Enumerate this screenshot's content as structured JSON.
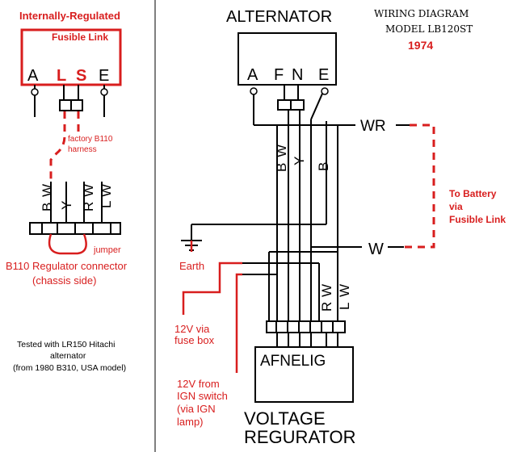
{
  "left": {
    "title": "Internally-Regulated",
    "fusible_link": "Fusible Link",
    "terminals": [
      "A",
      "L",
      "S",
      "E"
    ],
    "harness_1": "factory B110",
    "harness_2": "harness",
    "connector_pins": [
      "W",
      "B",
      "Y",
      "W",
      "R",
      "W",
      "L"
    ],
    "jumper": "jumper",
    "connector_1": "B110 Regulator connector",
    "connector_2": "(chassis side)",
    "tested_1": "Tested with LR150 Hitachi",
    "tested_2": "alternator",
    "tested_3": "(from 1980 B310, USA model)"
  },
  "right": {
    "title_1": "WIRING DIAGRAM",
    "title_2": "MODEL LB120ST",
    "year": "1974",
    "alternator": "ALTERNATOR",
    "alt_terminals": [
      "A",
      "F",
      "N",
      "E"
    ],
    "wr_label": "WR",
    "w_label": "W",
    "wire_labels": [
      "W",
      "B",
      "Y",
      "B"
    ],
    "battery_1": "To Battery",
    "battery_2": "via",
    "battery_3": "Fusible Link",
    "earth": "Earth",
    "fuse_1": "12V via",
    "fuse_2": "fuse box",
    "ign_1": "12V from",
    "ign_2": "IGN switch",
    "ign_3": "(via IGN",
    "ign_4": "lamp)",
    "reg_vertical": [
      "W",
      "R",
      "W",
      "L"
    ],
    "reg_terminals": "AFNELIG",
    "reg_1": "VOLTAGE",
    "reg_2": "REGURATOR"
  }
}
